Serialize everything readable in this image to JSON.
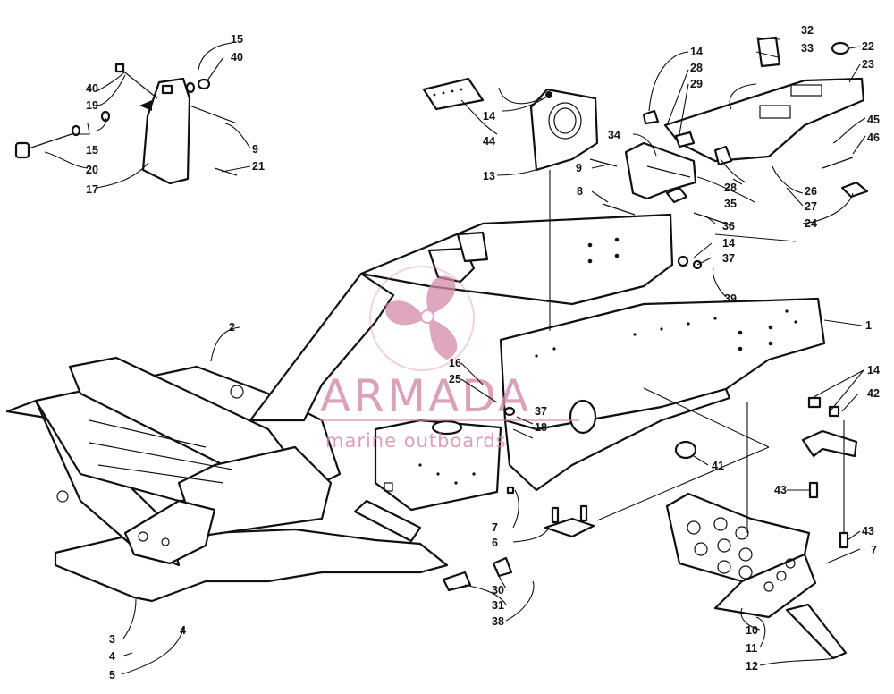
{
  "watermark": {
    "brand": "ARMADA",
    "tagline": "marine outboards",
    "color": "#d48aaa"
  },
  "callouts": {
    "c1": "1",
    "c2": "2",
    "c3": "3",
    "c4a": "4",
    "c4b": "4",
    "c5": "5",
    "c6": "6",
    "c7a": "7",
    "c7b": "7",
    "c8": "8",
    "c9a": "9",
    "c9b": "9",
    "c10": "10",
    "c11": "11",
    "c12": "12",
    "c13": "13",
    "c14a": "14",
    "c14b": "14",
    "c14c": "14",
    "c14d": "14",
    "c15a": "15",
    "c15b": "15",
    "c16": "16",
    "c17": "17",
    "c18": "18",
    "c19": "19",
    "c20": "20",
    "c21": "21",
    "c22": "22",
    "c23": "23",
    "c24": "24",
    "c25": "25",
    "c26": "26",
    "c27": "27",
    "c28a": "28",
    "c28b": "28",
    "c29": "29",
    "c30": "30",
    "c31": "31",
    "c32": "32",
    "c33": "33",
    "c34": "34",
    "c35": "35",
    "c36": "36",
    "c37a": "37",
    "c37b": "37",
    "c38": "38",
    "c39": "39",
    "c40a": "40",
    "c40b": "40",
    "c41": "41",
    "c42": "42",
    "c43a": "43",
    "c43b": "43",
    "c44": "44",
    "c45": "45",
    "c46": "46"
  }
}
